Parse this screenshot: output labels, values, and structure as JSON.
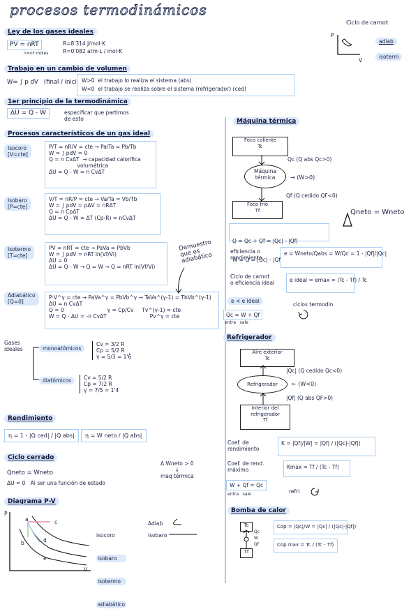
{
  "title": "procesos termodinámicos",
  "carnot": {
    "title": "Ciclo de carnot",
    "p": "P",
    "v": "V",
    "adiab": "adiab",
    "isoterm": "isoterm"
  },
  "gases": {
    "head": "Ley de los gases ideales",
    "eq": "PV = nRT",
    "n": "n=nº moles",
    "r1": "R=8'314 J/mol·K",
    "r2": "R=0'082 atm·L / mol·K"
  },
  "trabajo": {
    "head": "Trabajo en un cambio de volumen",
    "eq": "W= ∫ p dV   (final / inicial)",
    "l1": "W>0  el trabajo lo realiza el sistema (abs)",
    "l2": "W<0  el trabajo se realiza sobre el sistema (refrigerador) (ced)"
  },
  "primer": {
    "head": "1er principio de la termodinámica",
    "eq": "ΔU = Q - W",
    "note": "especificar que partimos\nde esto"
  },
  "procesos": {
    "head": "Procesos característicos de un gas ideal",
    "iso_c": {
      "label": "Isocoro\n[V=cte]",
      "body": "P/T = nR/V = cte → Pa/Ta = Pb/Tb\nW = ∫ pdV = 0\nQ = n CvΔT  → capacidad calorífica\n                 volumétrica\nΔU = Q - W = n CvΔT"
    },
    "iso_b": {
      "label": "Isobaro\n[P=cte]",
      "body": "V/T = nR/P = cte → Va/Ta = Vb/Tb\nW = ∫ pdV = pΔV = nRΔT\nQ = n CpΔT\nΔU = Q - W = ΔT (Cp-R) = nCvΔT"
    },
    "iso_t": {
      "label": "Isotermo\n[T=cte]",
      "body": "PV = nRT = cte → PaVa = PbVb\nW = ∫ pdV = nRT ln(Vf/Vi)\nΔU = 0\nΔU = Q - W → Q = W → Q = nRT ln(Vf/Vi)"
    },
    "adiab": {
      "label": "Adiabático\n[Q=0]",
      "body": "P·V^γ = cte → PaVa^γ = PbVb^γ → TaVa^(γ-1) = TbVb^(γ-1)\nΔU = n CvΔT\nQ = 0                          γ = Cp/Cv     Tv^(γ-1) = cte\nW = Q - ΔU = -n CvΔT                          Pv^γ = cte"
    },
    "demo": "Demuestro\nque es\nadiabático",
    "gases": "Gases\nideales",
    "mono": {
      "label": "monoatómicos",
      "body": "Cv = 3/2 R\nCp = 5/2 R\nγ = 5/3 = 1'6̂"
    },
    "di": {
      "label": "diatómicos",
      "body": "Cv = 5/2 R\nCp = 7/2 R\nγ = 7/5 = 1'4"
    }
  },
  "rend": {
    "head": "Rendimiento",
    "eq1": "η = 1 - |Q ced| / |Q abs|",
    "eq2": "η = W neto / |Q abs|"
  },
  "ciclo": {
    "head": "Ciclo cerrado",
    "l1": "Qneto = Wneto",
    "l2": "ΔU = 0   Al ser una función de estado",
    "side": "Δ Wneto > 0\n↓\nmaq térmica"
  },
  "diagrama": {
    "head": "Diagrama P-V",
    "p": "P",
    "v": "V",
    "a": "a",
    "b": "b",
    "c": "c",
    "d": "d",
    "e": "e",
    "legend": [
      "isocoro",
      "isobaro",
      "isotermo",
      "adiabático"
    ],
    "adiab": "Adiab",
    "isobaro": "isobaro"
  },
  "maquina": {
    "head": "Máquina térmica",
    "foco_c": "Foco caliente\nTc",
    "maq": "Máquina\ntérmica",
    "foco_f": "Foco frío\nTf",
    "qc": "Qc (Q abs Qc>0)",
    "w": "→ (W>0)",
    "qf": "Qf (Q cedido QF<0)",
    "q1": "Q = Qc + Qf = |Qc| - |Qf|",
    "w1": "W = Q = |Qc| - |Qf|",
    "qneto": "Qneto = Wneto",
    "ef_label": "eficiencia o\nrendimiento",
    "ef_eq": "e = Wneto/Qabs = W/Qc = 1 - |Qf|/|Qc|",
    "carnot_label": "Ciclo de carnot\no eficiencia ideal",
    "carnot_eq": "e ideal = emax = (Tc - Tf) / Tc",
    "ele": "e < e ideal",
    "ciclos": "ciclos termodin",
    "qc_eq": "Qc = W + Qf",
    "entra": "entra   sale"
  },
  "refri": {
    "head": "Refrigerador",
    "aire": "Aire exterior\nTc",
    "refri": "Refrigerador",
    "int": "Interior del\nrefrigerador\nTf",
    "qc": "|Qc| (Q cedido Qc<0)",
    "w": "← (W<0)",
    "qf": "|Qf| (Q abs QF>0)",
    "k_label": "Coef. de\nrendimiento",
    "k_eq": "K = |Qf|/|W| = |Qf| / (|Qc|-|Qf|)",
    "kmax_label": "Coef. de rend.\nmáximo",
    "kmax_eq": "Kmax = Tf / (Tc - Tf)",
    "balance": "W + Qf = Qc",
    "entra": "entra   sale",
    "refri_small": "refri"
  },
  "bomba": {
    "head": "Bomba de calor",
    "tc": "Tc",
    "tf": "Tf",
    "qc": "Qc",
    "w": "W",
    "qf": "Qf",
    "eq1": "Cop = |Qc|/W = |Qc| / (|Qc|-|Qf|)",
    "eq2": "Cop max = Tc / (Tc - Tf)"
  }
}
